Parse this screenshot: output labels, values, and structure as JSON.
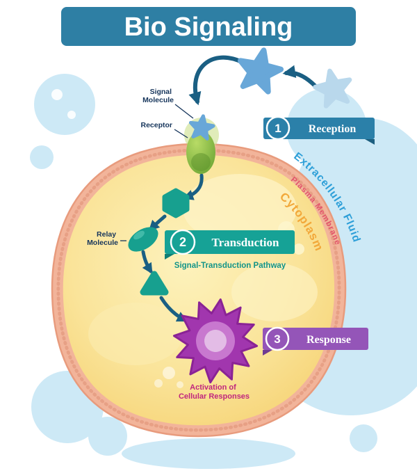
{
  "title": "Bio Signaling",
  "steps": [
    {
      "number": "1",
      "label": "Reception"
    },
    {
      "number": "2",
      "label": "Transduction"
    },
    {
      "number": "3",
      "label": "Response"
    }
  ],
  "labels": {
    "signal_molecule": {
      "line1": "Signal",
      "line2": "Molecule"
    },
    "receptor": "Receptor",
    "relay_molecule": {
      "line1": "Relay",
      "line2": "Molecule"
    },
    "extracellular_fluid": "Extracellular Fluid",
    "plasma_membrane": "Plasma Membrane",
    "cytoplasm": "Cytoplasm",
    "pathway": "Signal-Transduction Pathway",
    "activation": {
      "line1": "Activation of",
      "line2": "Cellular Responses"
    }
  },
  "colors": {
    "title_banner": "#2E7FA4",
    "step1": "#2B80A9",
    "step2": "#16A296",
    "step3": "#9455B8",
    "arrow": "#1A5F83",
    "membrane": "#F2B49A",
    "signal_star_blue": "#68A7D8",
    "signal_star_light": "#B9D8EC",
    "molecule_teal": "#17A08F",
    "starburst_purple": "#A136AE",
    "extracellular_text": "#2D9FD8",
    "plasma_text": "#E2566B",
    "cytoplasm_text": "#F2A83A",
    "pathway_text": "#129488",
    "activation_text": "#C0267E",
    "background_blob": "#CDE9F6"
  }
}
